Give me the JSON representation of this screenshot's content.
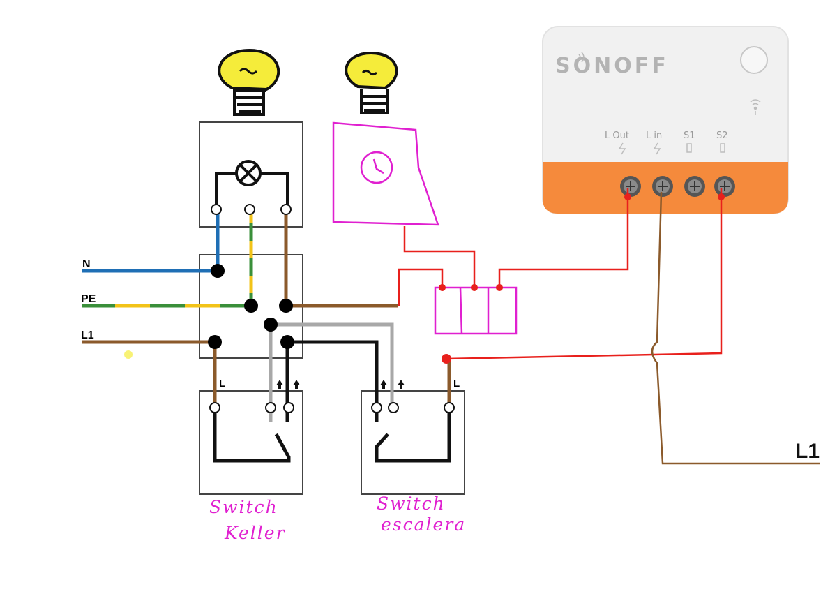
{
  "wire_labels": {
    "neutral": "N",
    "earth": "PE",
    "line": "L1",
    "feed": "L1"
  },
  "switch_terminal_labels": {
    "keller": "L",
    "escalera": "L"
  },
  "device": {
    "brand": "SONOFF",
    "terminals": [
      "L Out",
      "L in",
      "S1",
      "S2"
    ]
  },
  "handwritten": {
    "keller_line1": "Switch",
    "keller_line2": "Keller",
    "escalera_line1": "Switch",
    "escalera_line2": "escalera"
  },
  "colors": {
    "neutral": "#1f6fb5",
    "earth_green": "#3a8f3a",
    "earth_yellow": "#f2c318",
    "line_brown": "#8b5a2b",
    "traveler_black": "#111111",
    "traveler_gray": "#a8a8a8",
    "sonoff_red": "#e8201c",
    "sketch_pink": "#e020d0",
    "device_orange": "#f58a3c",
    "bulb_yellow": "#f5ec3a"
  }
}
